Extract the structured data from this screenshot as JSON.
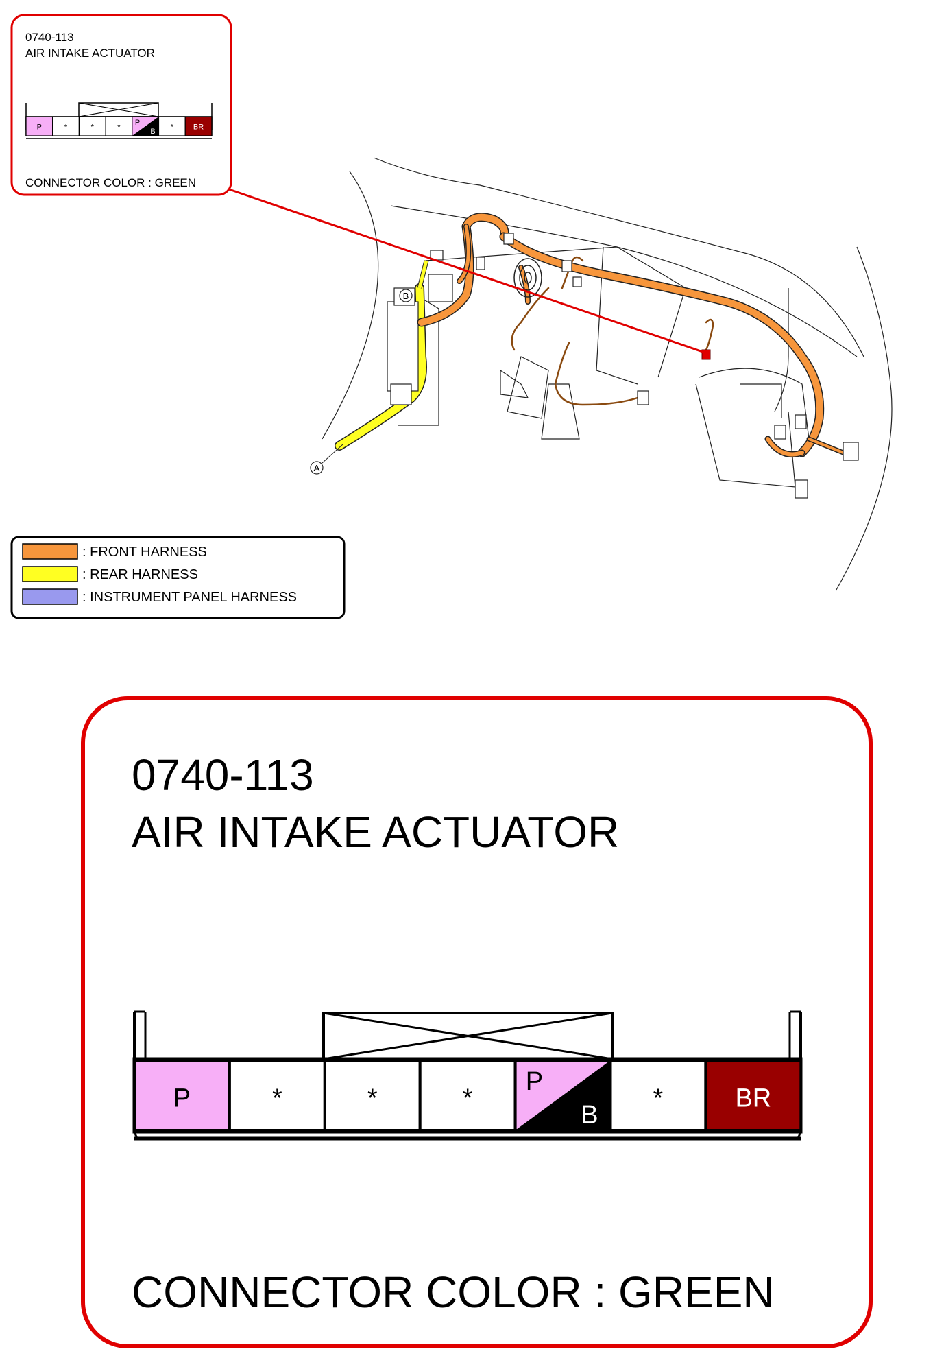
{
  "connector": {
    "code": "0740-113",
    "name": "AIR INTAKE ACTUATOR",
    "color_label": "CONNECTOR COLOR : GREEN",
    "pins": [
      {
        "label": "P",
        "fill": "#f7aff7"
      },
      {
        "label": "*",
        "fill": "#ffffff"
      },
      {
        "label": "*",
        "fill": "#ffffff"
      },
      {
        "label": "*",
        "fill": "#ffffff"
      },
      {
        "label_top": "P",
        "label_bottom": "B",
        "fill_top": "#f7aff7",
        "fill_bottom": "#000000"
      },
      {
        "label": "*",
        "fill": "#ffffff"
      },
      {
        "label": "BR",
        "fill": "#990000"
      }
    ]
  },
  "legend": [
    {
      "label": ": FRONT HARNESS",
      "color": "#f7963c"
    },
    {
      "label": ": REAR HARNESS",
      "color": "#ffff22"
    },
    {
      "label": ": INSTRUMENT PANEL HARNESS",
      "color": "#9999ee"
    }
  ],
  "callouts": {
    "a": "A",
    "b": "B"
  },
  "colors": {
    "callout_border": "#e00000",
    "leader_line": "#e00000"
  }
}
